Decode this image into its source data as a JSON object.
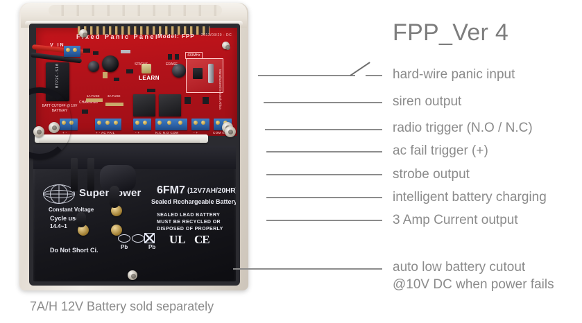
{
  "title": "FPP_Ver 4",
  "caption": "7A/H 12V Battery sold separately",
  "callouts": [
    {
      "label": "hard-wire panic input",
      "icon": "open-switch-symbol"
    },
    {
      "label": "siren output",
      "icon": ""
    },
    {
      "label": "radio trigger (N.O / N.C)",
      "icon": ""
    },
    {
      "label": "ac fail trigger (+)",
      "icon": ""
    },
    {
      "label": "strobe output",
      "icon": ""
    },
    {
      "label": "intelligent battery charging",
      "icon": ""
    },
    {
      "label": "3 Amp Current output",
      "icon": ""
    },
    {
      "label": "auto low battery cutout",
      "icon": ""
    },
    {
      "label": "@10V DC when power fails",
      "icon": ""
    }
  ],
  "device": {
    "pcb": {
      "silkscreen_title": "Fixed Panic Panel",
      "model": "Model: FPP",
      "date_code": "2013/03/20  -  DC",
      "power_in": "V  IN",
      "learn_button": "LEARN",
      "erase_label": "ERASE",
      "status_label": "STATUS",
      "rf_module": "433MHz",
      "charging_led": "CHARGING",
      "fuse_1a": "1A FUSE",
      "fuse_3a": "3A FUSE",
      "battery_cutoff": "BATT CUTOFF @ 10V BATTERY",
      "main_relay": "MTP2C-S10",
      "manufacturer_side": "Manufactured in South Africa",
      "terminal_labels": [
        "+  -",
        "+  -  AC FAIL",
        "-   +",
        "N.C  N.O  COM",
        "-   +",
        "COM  N.O"
      ]
    },
    "battery": {
      "brand": "SuperPower",
      "model": "6FM7",
      "rating": "(12V7AH/20HR)",
      "type": "Sealed Rechargeable Battery",
      "charge_constant": "Constant Voltage",
      "charge_cycle": "Cycle use",
      "charge_voltage": "14.4~1",
      "warning_recycle": "SEALED LEAD BATTERY MUST BE RECYCLED OR DISPOSED OF PROPERLY",
      "warning_short": "Do Not Short Ci.",
      "pb_label": "Pb",
      "ul_mark": "UL",
      "ce_mark": "CE"
    }
  },
  "colors": {
    "text": "#8b8b8b",
    "title": "#7d7d7d",
    "leader": "#8c8c8c",
    "pcb_red": "#b2121a",
    "terminal_blue": "#2d63a8",
    "enclosure": "#e8e2d9"
  }
}
